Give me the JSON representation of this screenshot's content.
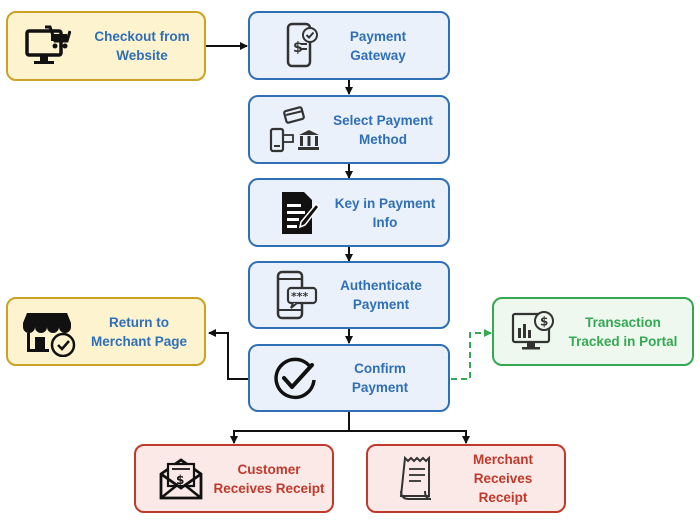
{
  "nodes": {
    "checkout": {
      "text": "Checkout from\nWebsite",
      "icon": "shopping-cart-monitor-icon"
    },
    "gateway": {
      "text": "Payment\nGateway",
      "icon": "mobile-payment-icon"
    },
    "select_method": {
      "text": "Select Payment\nMethod",
      "icon": "payment-methods-icon"
    },
    "key_in": {
      "text": "Key in Payment\nInfo",
      "icon": "document-pen-icon"
    },
    "authenticate": {
      "text": "Authenticate\nPayment",
      "icon": "phone-password-icon"
    },
    "confirm": {
      "text": "Confirm\nPayment",
      "icon": "checkmark-circle-icon"
    },
    "return_merchant": {
      "text": "Return to\nMerchant Page",
      "icon": "storefront-check-icon"
    },
    "tracked": {
      "text": "Transaction\nTracked in Portal",
      "icon": "dashboard-dollar-icon"
    },
    "customer_receipt": {
      "text": "Customer\nReceives Receipt",
      "icon": "envelope-dollar-icon"
    },
    "merchant_receipt": {
      "text": "Merchant\nReceives Receipt",
      "icon": "receipt-icon"
    }
  },
  "colors": {
    "blue_border": "#2f6fb6",
    "blue_fill": "#eaf1fa",
    "gold_border": "#c9a227",
    "gold_fill": "#fdf3cf",
    "green_border": "#34a853",
    "green_fill": "#eef8ee",
    "red_border": "#c0392b",
    "red_fill": "#fbe9e7",
    "connector": "#111111"
  }
}
